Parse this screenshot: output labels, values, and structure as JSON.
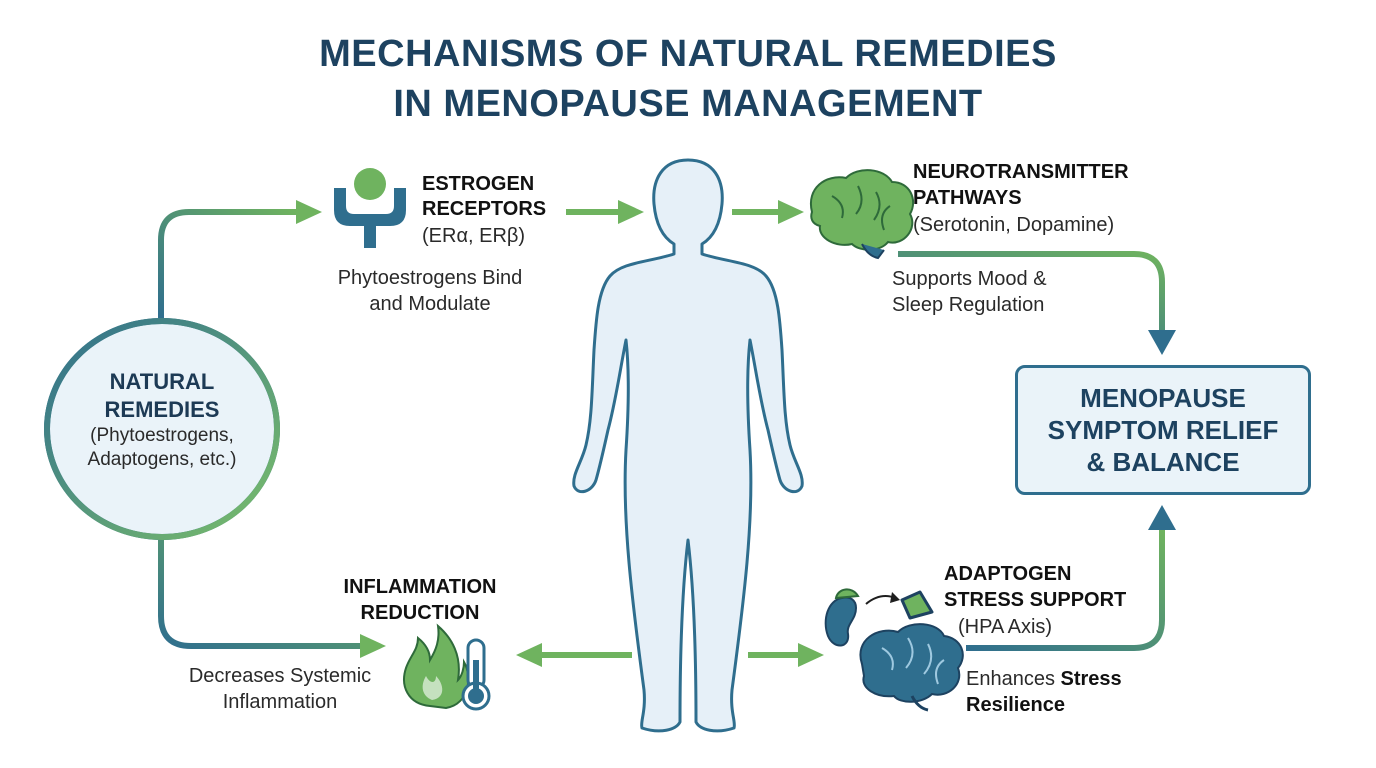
{
  "title": {
    "line1": "MECHANISMS OF NATURAL REMEDIES",
    "line2": "IN MENOPAUSE MANAGEMENT"
  },
  "natural_remedies": {
    "name_line1": "NATURAL",
    "name_line2": "REMEDIES",
    "sub_line1": "(Phytoestrogens,",
    "sub_line2": "Adaptogens, etc.)"
  },
  "estrogen": {
    "title_line1": "ESTROGEN",
    "title_line2": "RECEPTORS",
    "detail": "(ERα, ERβ)",
    "desc_line1": "Phytoestrogens Bind",
    "desc_line2": "and Modulate"
  },
  "neuro": {
    "title_line1": "NEUROTRANSMITTER",
    "title_line2": "PATHWAYS",
    "detail": "(Serotonin, Dopamine)",
    "desc_line1": "Supports Mood &",
    "desc_line2": "Sleep Regulation"
  },
  "inflammation": {
    "title_line1": "INFLAMMATION",
    "title_line2": "REDUCTION",
    "desc_line1": "Decreases Systemic",
    "desc_line2": "Inflammation"
  },
  "adaptogen": {
    "title_line1": "ADAPTOGEN",
    "title_line2": "STRESS SUPPORT",
    "detail": "(HPA Axis)",
    "desc_part1": "Enhances ",
    "desc_bold1": "Stress",
    "desc_bold2": "Resilience"
  },
  "relief": {
    "text": "MENOPAUSE\nSYMPTOM RELIEF\n& BALANCE"
  },
  "colors": {
    "navy": "#1d4260",
    "teal": "#2f6e8e",
    "green": "#6fb35f",
    "light_blue": "#e6f0f8"
  },
  "icons": [
    "receptor-icon",
    "brain-icon",
    "flame-icon",
    "thermometer-icon",
    "kidney-adrenal-icon",
    "body-silhouette"
  ]
}
